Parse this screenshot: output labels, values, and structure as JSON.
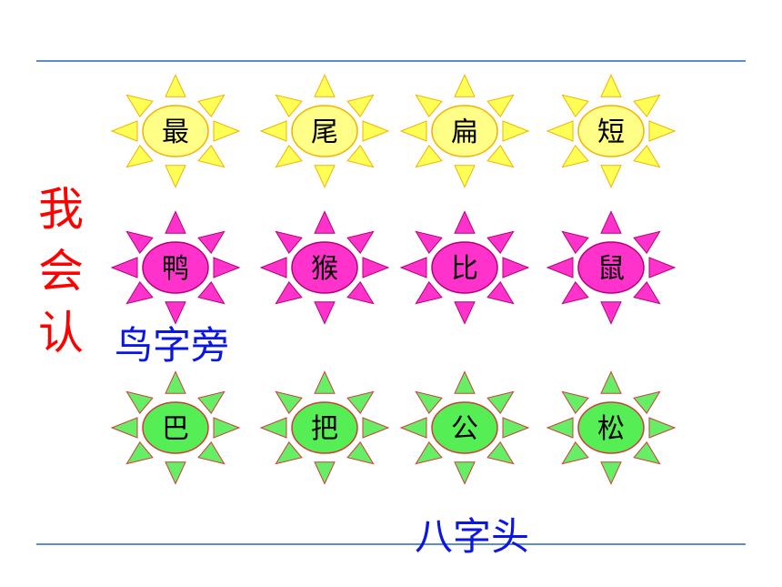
{
  "side_title": [
    "我",
    "会",
    "认"
  ],
  "labels": {
    "bird_radical": "鸟字旁",
    "eight_top": "八字头"
  },
  "rows": [
    {
      "fill": "#ffff88",
      "ray": "#ffff55",
      "stroke": "#f2b200",
      "chars": [
        "最",
        "尾",
        "扁",
        "短"
      ]
    },
    {
      "fill": "#ff33cc",
      "ray": "#ff33cc",
      "stroke": "#b3007a",
      "chars": [
        "鸭",
        "猴",
        "比",
        "鼠"
      ]
    },
    {
      "fill": "#55ee55",
      "ray": "#66ee66",
      "stroke": "#d23a3a",
      "chars": [
        "巴",
        "把",
        "公",
        "松"
      ]
    }
  ]
}
